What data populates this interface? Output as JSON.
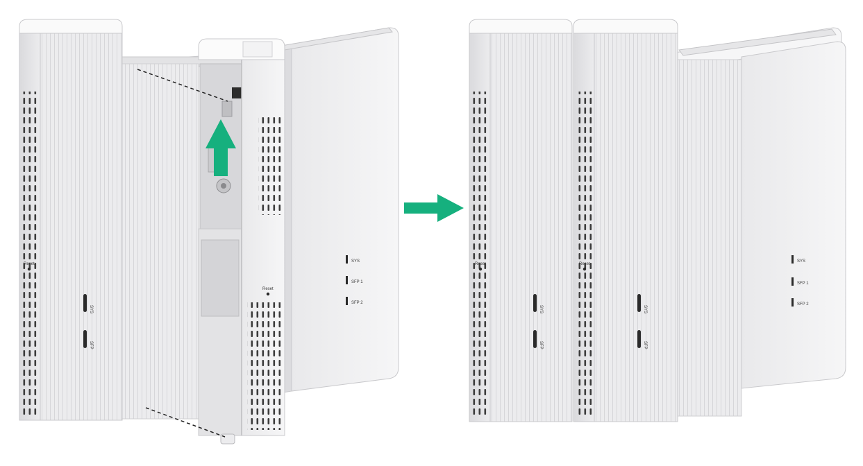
{
  "title": "",
  "colors": {
    "background": "#ffffff",
    "device_face": "#f1f1f2",
    "device_side": "#e4e4e6",
    "device_top": "#fafafa",
    "device_edge": "#c9c9cc",
    "vent_slot": "#3b3b3b",
    "led": "#2a2a2a",
    "arrow": "#16b07e",
    "guide_line": "#222222"
  },
  "icons": {
    "insert_arrow": "arrow-up-icon",
    "result_arrow": "arrow-right-icon"
  },
  "before": {
    "left_module": {
      "reset_label": "Reset",
      "led_labels": [
        "SYS",
        "SFP"
      ]
    },
    "inserted_module": {
      "reset_label": "Reset"
    },
    "main_unit": {
      "led_labels": [
        "SYS",
        "SFP 1",
        "SFP 2"
      ]
    }
  },
  "after": {
    "left_module": {
      "reset_label": "Reset",
      "led_labels": [
        "SYS",
        "SFP"
      ]
    },
    "inserted_module": {
      "reset_label": "Reset",
      "led_labels": [
        "SYS",
        "SFP"
      ]
    },
    "main_unit": {
      "led_labels": [
        "SYS",
        "SFP 1",
        "SFP 2"
      ]
    }
  }
}
